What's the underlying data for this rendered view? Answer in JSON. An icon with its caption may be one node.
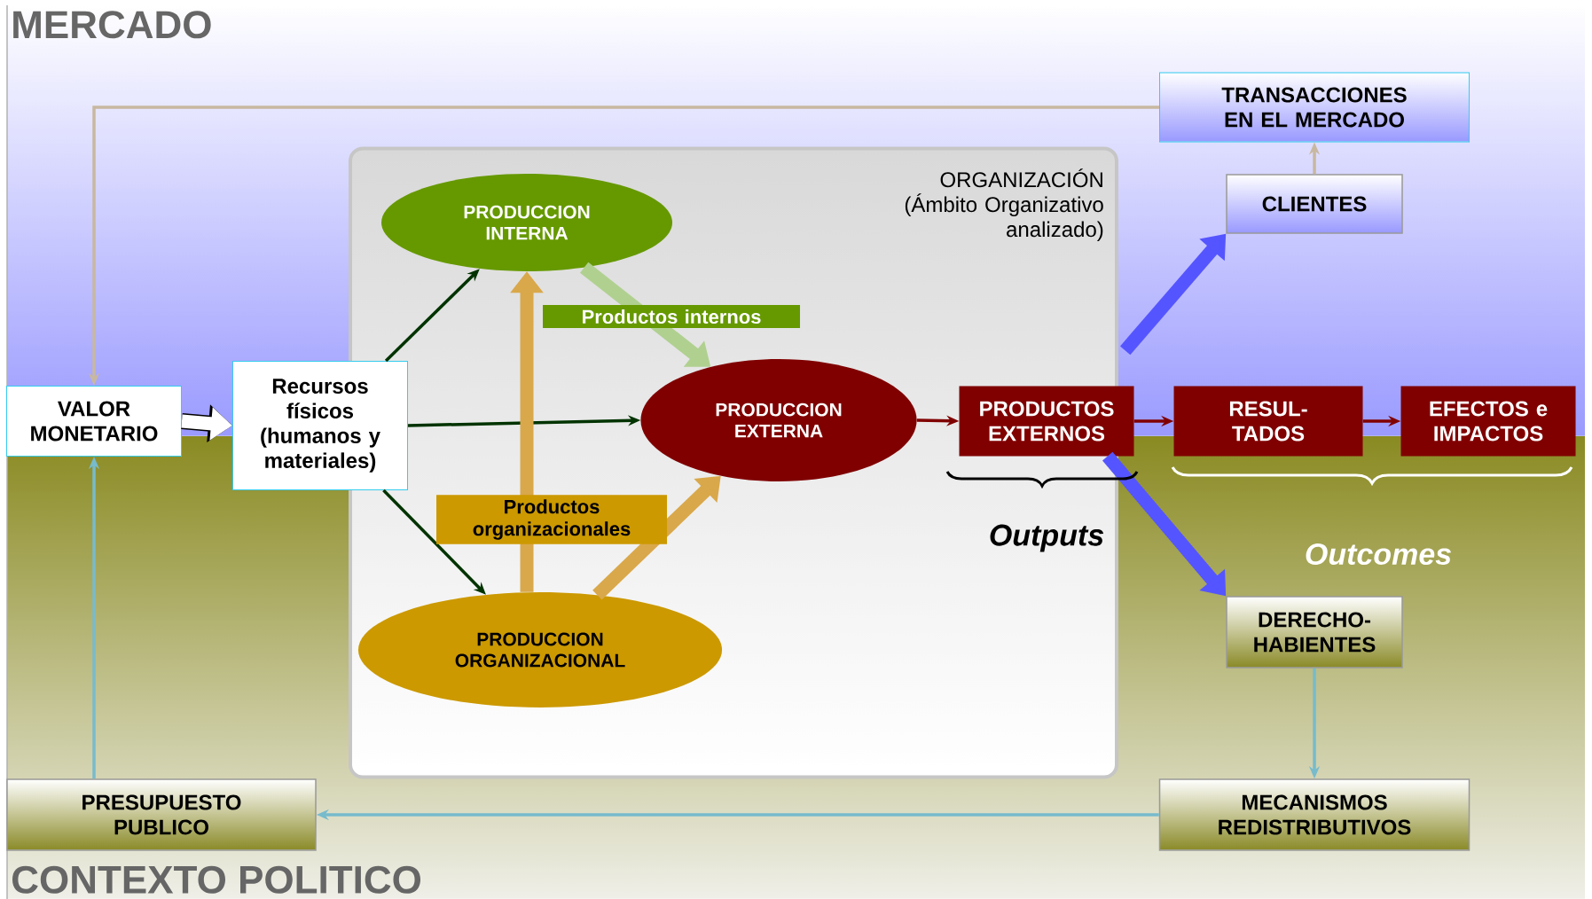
{
  "diagram": {
    "nodes": [
      {
        "text": [
          "TRANSACCIONES EN EL MERCADO"
        ]
      },
      {
        "text": [
          "CLIENTES"
        ]
      },
      {
        "text": [
          "VALOR MONETARIO"
        ]
      },
      {
        "text": [
          "Recursos físicos (humanos y materiales)"
        ]
      },
      {
        "text": [
          "ORGANIZACIÓN",
          "(Ámbito Organizativo analizado)"
        ]
      },
      {
        "text": [
          "PRODUCCION INTERNA"
        ],
        "in": 4
      },
      {
        "text": [
          "PRODUCCION EXTERNA"
        ],
        "in": 4
      },
      {
        "text": [
          "PRODUCCION ORGANIZACIONAL"
        ],
        "in": 4
      },
      {
        "text": [
          "PRODUCTOS EXTERNOS"
        ]
      },
      {
        "text": [
          "RESUL- TADOS"
        ]
      },
      {
        "text": [
          "EFECTOS e IMPACTOS"
        ]
      },
      {
        "text": [
          "DERECHO- HABIENTES"
        ]
      },
      {
        "text": [
          "MECANISMOS REDISTRIBUTIVOS"
        ]
      },
      {
        "text": [
          "PRESUPUESTO PUBLICO"
        ]
      }
    ],
    "edges": [
      {
        "from": 0,
        "to": 2,
        "arrow": "to",
        "color": "#c8b8a0"
      },
      {
        "from": 1,
        "to": 0,
        "arrow": "to",
        "color": "#c8b8a0"
      },
      {
        "from": 2,
        "to": 3,
        "arrow": "to",
        "style": "thick",
        "color": "#ffffff"
      },
      {
        "from": 3,
        "to": 5,
        "arrow": "to",
        "color": "#003300"
      },
      {
        "from": 3,
        "to": 6,
        "arrow": "to",
        "color": "#003300"
      },
      {
        "from": 3,
        "to": 7,
        "arrow": "to",
        "color": "#003300"
      },
      {
        "from": 5,
        "to": 6,
        "arrow": "to",
        "style": "thick",
        "color": "#b0d090",
        "label": "Productos internos"
      },
      {
        "from": 7,
        "to": 5,
        "arrow": "to",
        "style": "thick",
        "color": "#d9a84a",
        "label": "Productos organizacionales"
      },
      {
        "from": 7,
        "to": 6,
        "arrow": "to",
        "style": "thick",
        "color": "#d9a84a"
      },
      {
        "from": 6,
        "to": 8,
        "arrow": "to",
        "color": "#800000"
      },
      {
        "from": 8,
        "to": 9,
        "arrow": "to",
        "color": "#800000"
      },
      {
        "from": 9,
        "to": 10,
        "arrow": "to",
        "color": "#800000"
      },
      {
        "from": 8,
        "to": 1,
        "arrow": "to",
        "style": "thick",
        "color": "#5555ff"
      },
      {
        "from": 8,
        "to": 11,
        "arrow": "to",
        "style": "thick",
        "color": "#5555ff"
      },
      {
        "from": 11,
        "to": 12,
        "arrow": "to",
        "color": "#77bbcc"
      },
      {
        "from": 12,
        "to": 13,
        "arrow": "to",
        "color": "#77bbcc"
      },
      {
        "from": 13,
        "to": 2,
        "arrow": "to",
        "color": "#77bbcc"
      }
    ],
    "labels": [
      "MERCADO",
      "Outputs",
      "Outcomes",
      "CONTEXTO POLITICO"
    ]
  }
}
